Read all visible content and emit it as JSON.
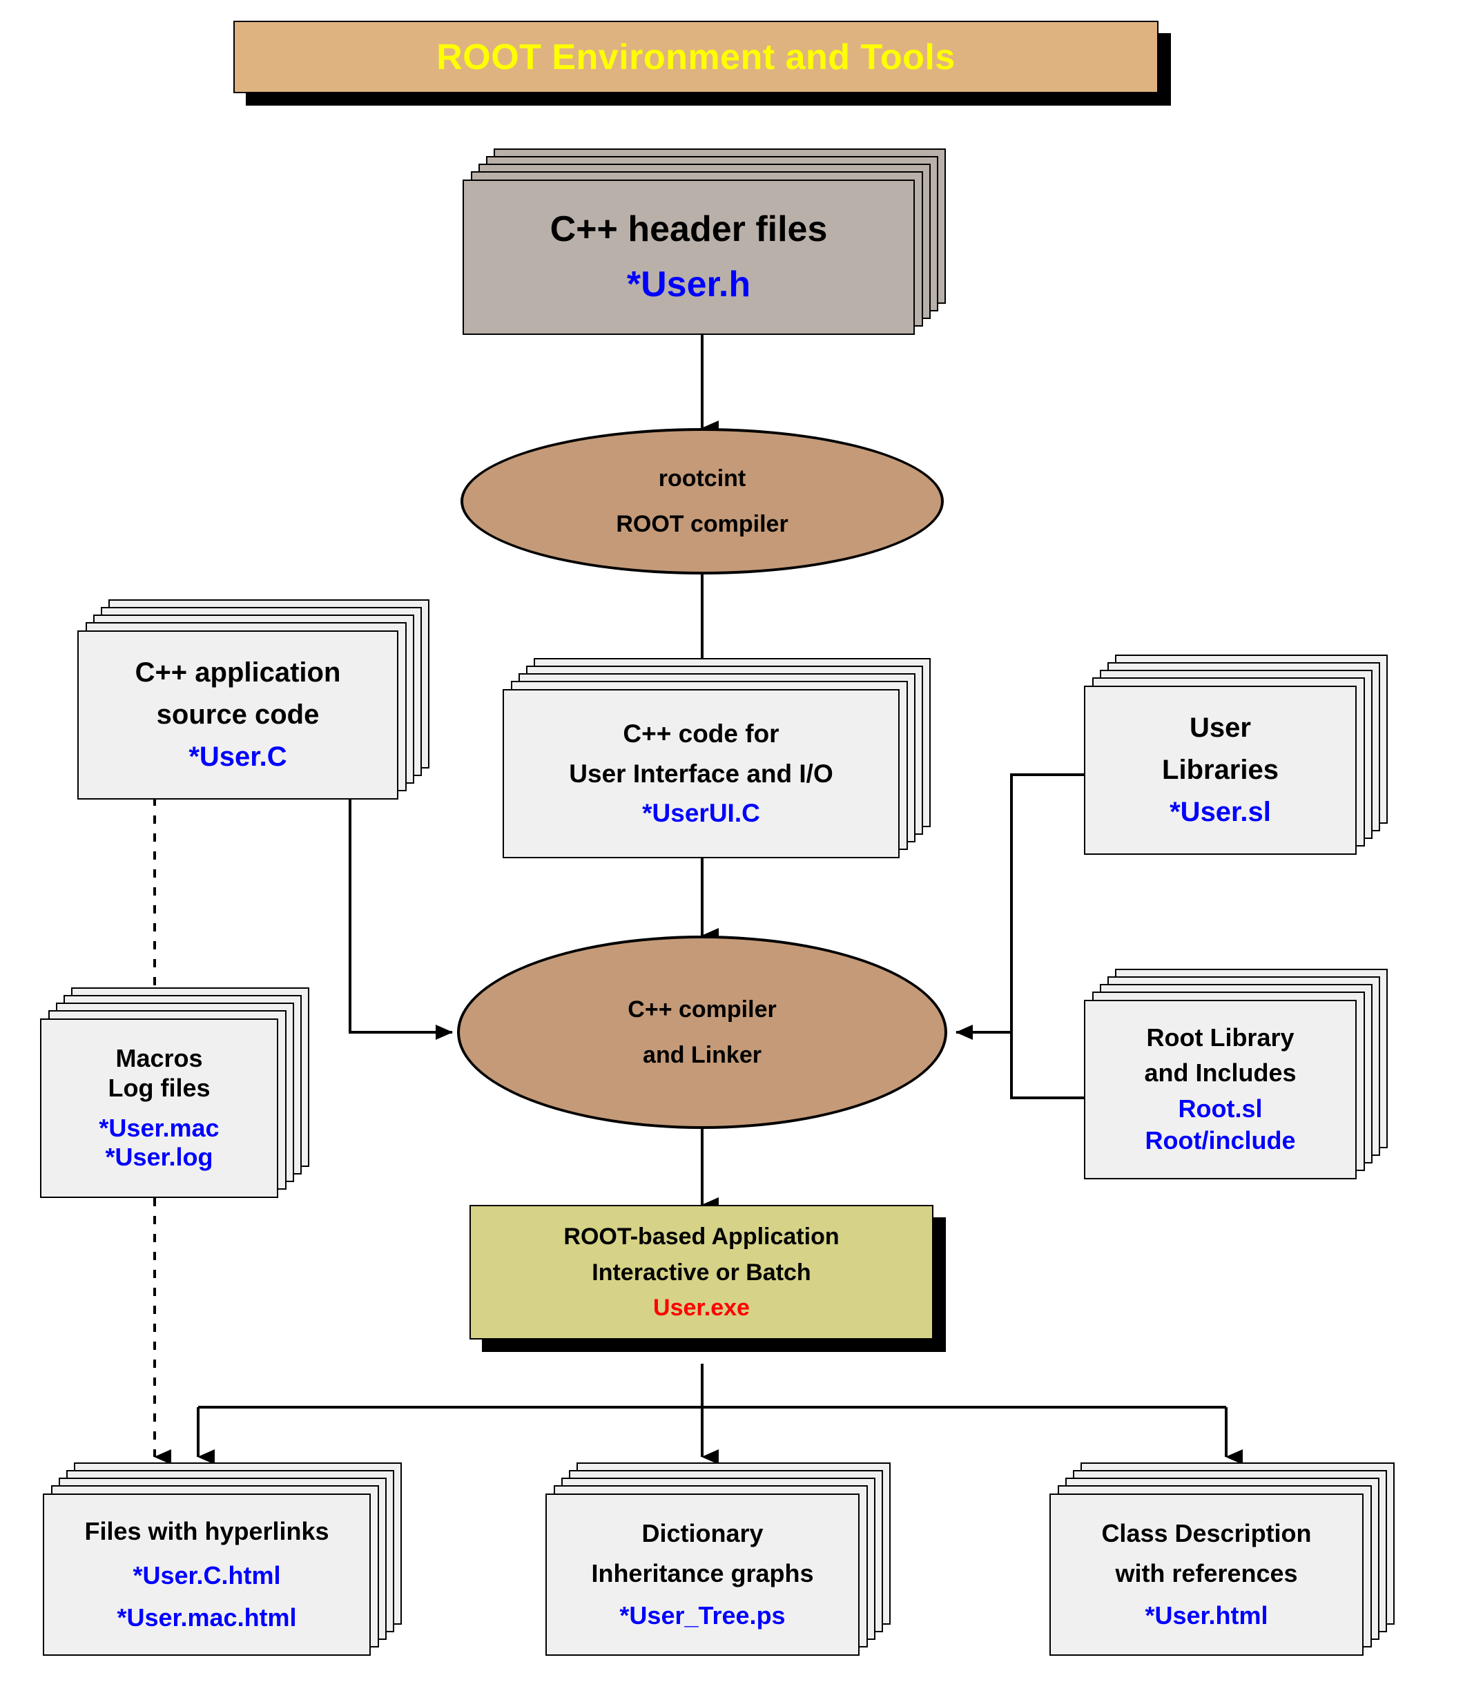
{
  "banner": {
    "title": "ROOT Environment and Tools"
  },
  "colors": {
    "banner_bg": "#dfb380",
    "banner_text": "#ffff00",
    "ellipse_fill": "#c49a78",
    "card_fill": "#f0f0f0",
    "header_card_fill": "#b9b1a9",
    "result_fill": "#d6d287",
    "filename_text": "#0000ff",
    "exe_text": "#ff0000",
    "stroke": "#000000"
  },
  "nodes": {
    "header_files": {
      "kind": "stacked-document",
      "lines": [
        "C++ header files"
      ],
      "files": [
        "*User.h"
      ]
    },
    "rootcint": {
      "kind": "process-ellipse",
      "lines": [
        "rootcint",
        "ROOT compiler"
      ]
    },
    "app_source": {
      "kind": "stacked-document",
      "lines": [
        "C++ application",
        "source code"
      ],
      "files": [
        "*User.C"
      ]
    },
    "ui_code": {
      "kind": "stacked-document",
      "lines": [
        "C++ code for",
        "User Interface and I/O"
      ],
      "files": [
        "*UserUI.C"
      ]
    },
    "user_libraries": {
      "kind": "stacked-document",
      "lines": [
        "User",
        "Libraries"
      ],
      "files": [
        "*User.sl"
      ]
    },
    "macros_logs": {
      "kind": "stacked-document",
      "lines": [
        "Macros",
        "Log files"
      ],
      "files": [
        "*User.mac",
        "*User.log"
      ]
    },
    "root_library": {
      "kind": "stacked-document",
      "lines": [
        "Root Library",
        "and Includes"
      ],
      "files": [
        "Root.sl",
        "Root/include"
      ]
    },
    "cpp_compiler": {
      "kind": "process-ellipse",
      "lines": [
        "C++ compiler",
        "and Linker"
      ]
    },
    "root_app": {
      "kind": "result-box",
      "lines": [
        "ROOT-based Application",
        "Interactive or Batch"
      ],
      "executable": "User.exe"
    },
    "hyperlink_files": {
      "kind": "stacked-document",
      "lines": [
        "Files with hyperlinks"
      ],
      "files": [
        "*User.C.html",
        "*User.mac.html"
      ]
    },
    "dictionary": {
      "kind": "stacked-document",
      "lines": [
        "Dictionary",
        "Inheritance graphs"
      ],
      "files": [
        "*User_Tree.ps"
      ]
    },
    "class_description": {
      "kind": "stacked-document",
      "lines": [
        "Class Description",
        "with references"
      ],
      "files": [
        "*User.html"
      ]
    }
  },
  "edges": [
    {
      "from": "header_files",
      "to": "rootcint",
      "style": "solid",
      "arrow": "down"
    },
    {
      "from": "rootcint",
      "to": "ui_code",
      "style": "solid",
      "arrow": "down"
    },
    {
      "from": "ui_code",
      "to": "cpp_compiler",
      "style": "solid",
      "arrow": "down"
    },
    {
      "from": "app_source",
      "to": "cpp_compiler",
      "style": "solid",
      "arrow": "right"
    },
    {
      "from": "user_libraries",
      "to": "cpp_compiler",
      "style": "solid",
      "arrow": "left"
    },
    {
      "from": "root_library",
      "to": "cpp_compiler",
      "style": "solid",
      "arrow": "left"
    },
    {
      "from": "cpp_compiler",
      "to": "root_app",
      "style": "solid",
      "arrow": "down"
    },
    {
      "from": "root_app",
      "to": "hyperlink_files",
      "style": "solid",
      "arrow": "down"
    },
    {
      "from": "root_app",
      "to": "dictionary",
      "style": "solid",
      "arrow": "down"
    },
    {
      "from": "root_app",
      "to": "class_description",
      "style": "solid",
      "arrow": "down"
    },
    {
      "from": "app_source",
      "to": "macros_logs",
      "style": "dotted",
      "arrow": "none"
    },
    {
      "from": "macros_logs",
      "to": "hyperlink_files",
      "style": "dotted",
      "arrow": "down"
    }
  ]
}
